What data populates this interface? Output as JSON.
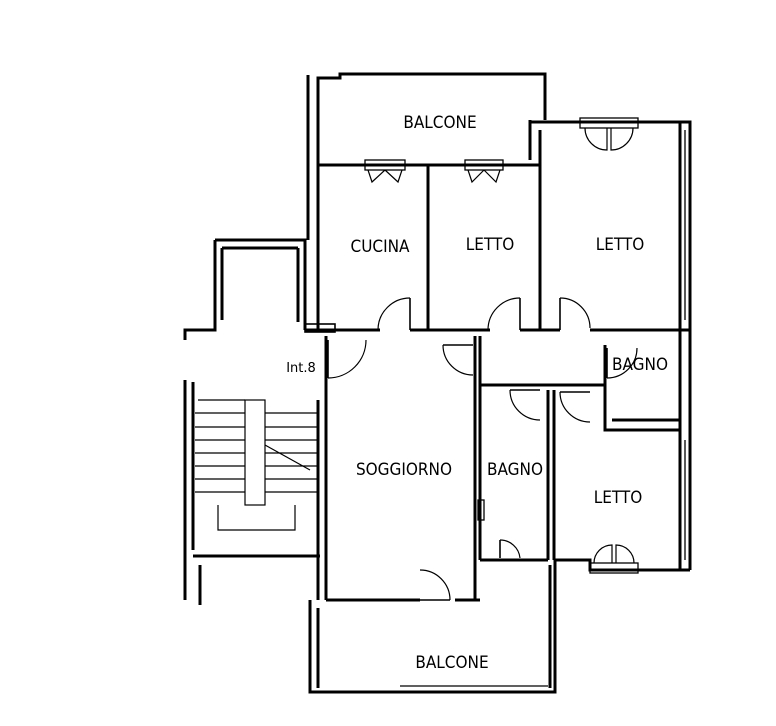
{
  "rooms": {
    "balcone_top": "BALCONE",
    "cucina": "CUCINA",
    "letto_1": "LETTO",
    "letto_2": "LETTO",
    "bagno_1": "BAGNO",
    "soggiorno": "SOGGIORNO",
    "bagno_2": "BAGNO",
    "letto_3": "LETTO",
    "balcone_bottom": "BALCONE"
  },
  "entrance": "Int.8"
}
